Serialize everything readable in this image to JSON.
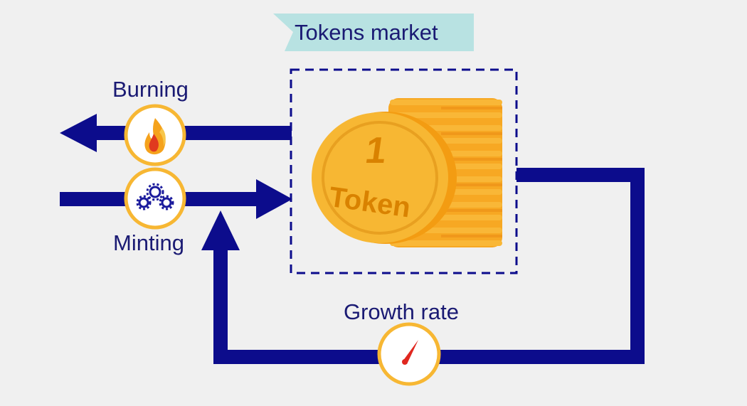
{
  "banner": {
    "title": "Tokens market"
  },
  "nodes": {
    "burning": {
      "label": "Burning",
      "icon": "flame-icon"
    },
    "minting": {
      "label": "Minting",
      "icon": "gears-icon"
    },
    "growth": {
      "label": "Growth rate",
      "icon": "gauge-icon"
    }
  },
  "coin": {
    "number": "1",
    "text": "Token"
  },
  "colors": {
    "arrow": "#0c0c8c",
    "circle_ring": "#f7b733",
    "coin": "#f7b733",
    "coin_text": "#d98200",
    "banner": "#b8e2e2",
    "label": "#1a1a73"
  }
}
